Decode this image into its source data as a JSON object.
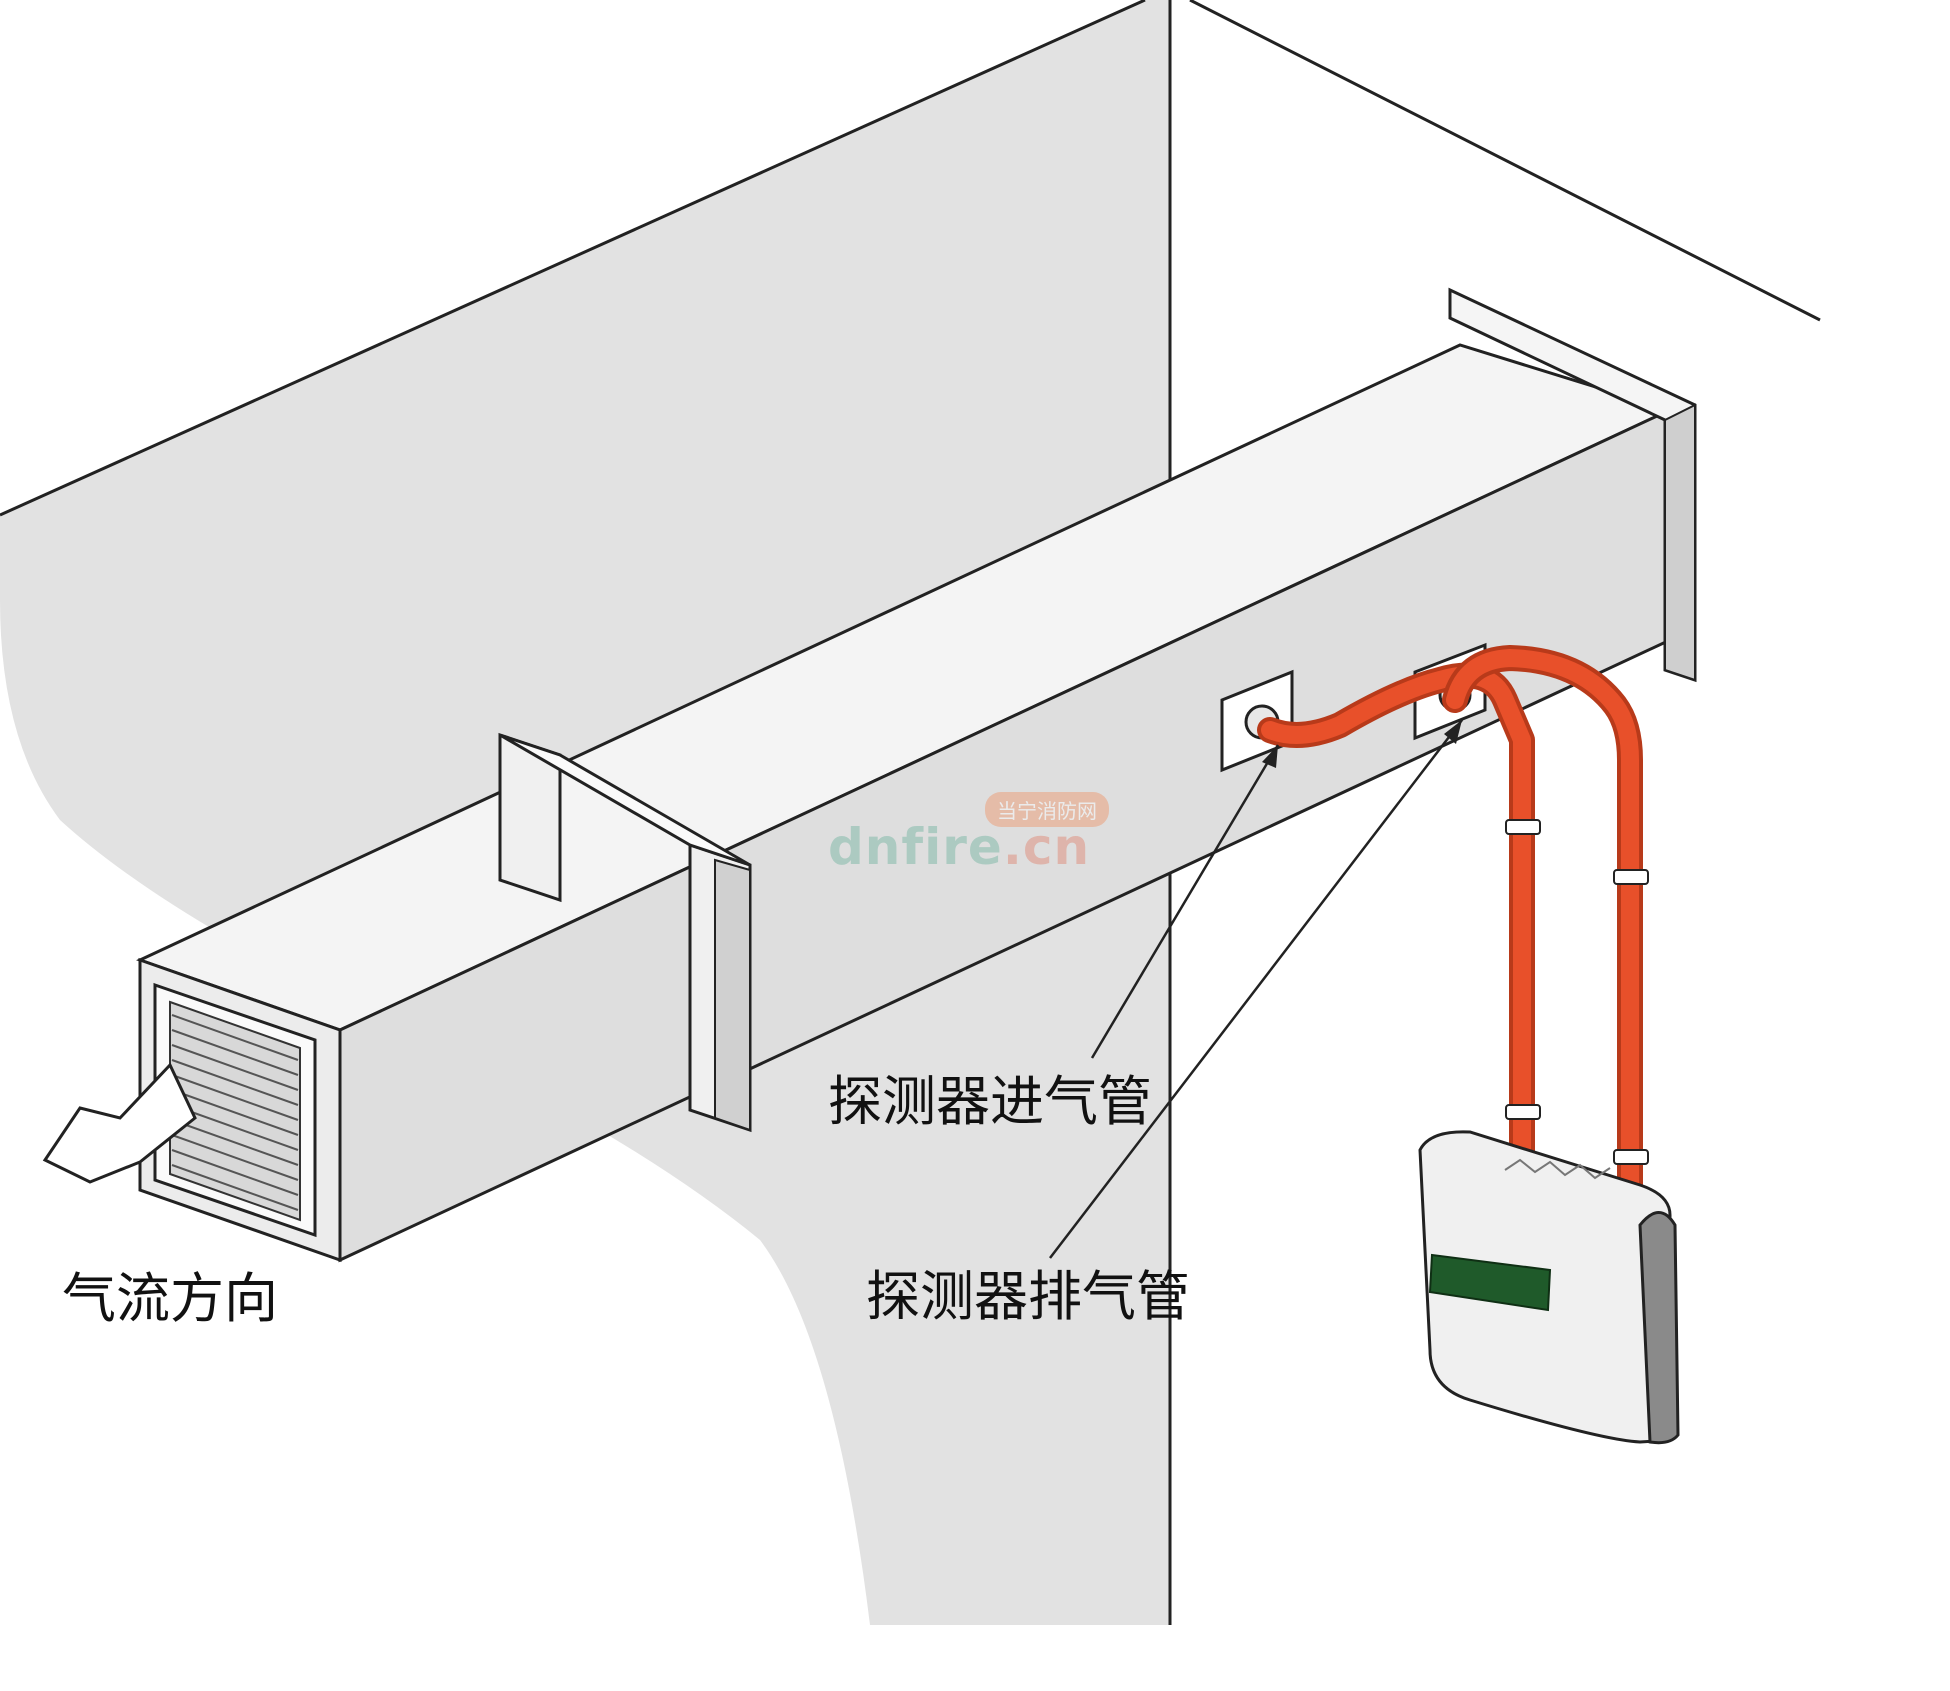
{
  "labels": {
    "airflow_direction": "气流方向",
    "detector_inlet_pipe": "探测器进气管",
    "detector_exhaust_pipe": "探测器排气管"
  },
  "watermark": {
    "brand_text": "dnfire",
    "tld_text": ".cn",
    "badge_text": "当宁消防网"
  },
  "colors": {
    "background": "#ffffff",
    "wall_shade": "#e2e2e2",
    "duct_face": "#f2f2f2",
    "duct_shade": "#dcdcdc",
    "sampling_pipe": "#e8502a",
    "detector_body": "#f0f0f0",
    "detector_display": "#1f5a2a",
    "outline": "#222222"
  }
}
